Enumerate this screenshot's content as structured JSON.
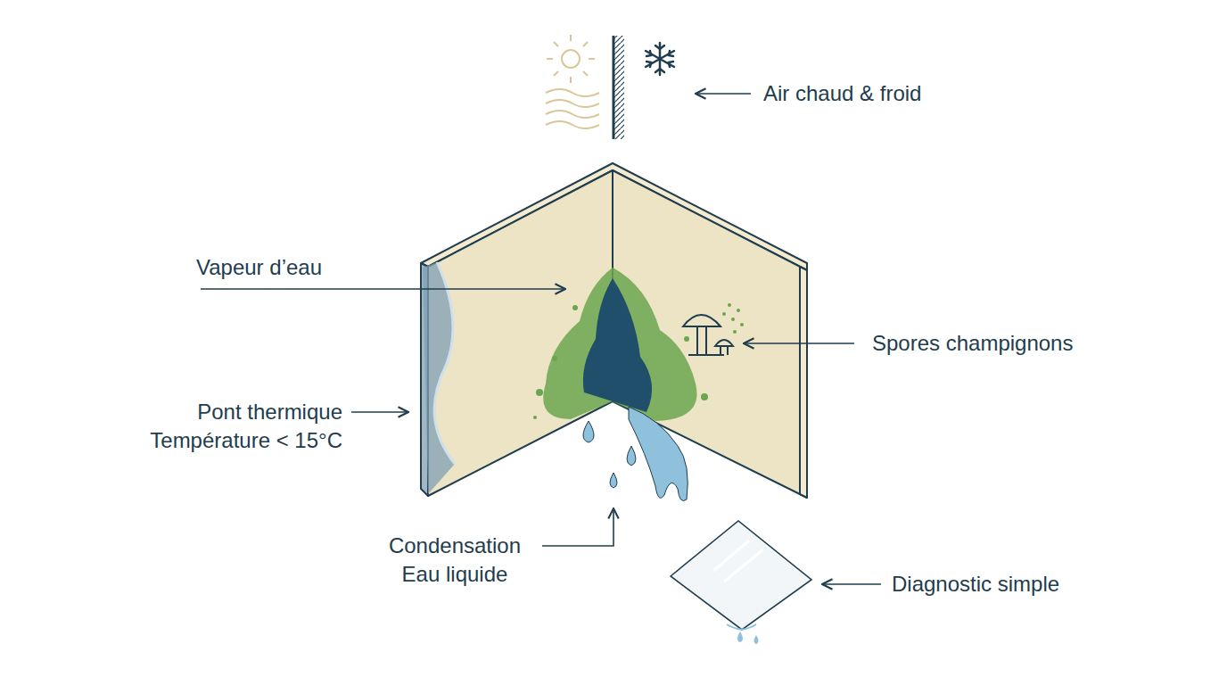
{
  "diagram": {
    "labels": [
      "Air chaud & froid",
      "Vapeur d’eau",
      "Spores champignons",
      "Pont thermique Température < 15°C",
      "Condensation Eau liquide",
      "Diagnostic simple"
    ]
  }
}
